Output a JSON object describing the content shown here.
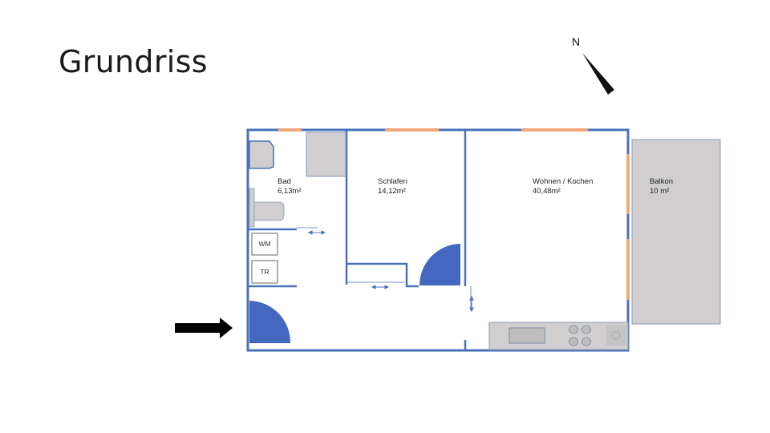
{
  "slide": {
    "title": "Grundriss",
    "compass": {
      "label": "N",
      "icon": "north-arrow-icon"
    },
    "entrance": {
      "icon": "entrance-arrow-icon"
    }
  },
  "rooms": [
    {
      "id": "bad",
      "name": "Bad",
      "area": "6,13m²"
    },
    {
      "id": "schlafen",
      "name": "Schlafen",
      "area": "14,12m²"
    },
    {
      "id": "wohnen",
      "name": "Wohnen / Kochen",
      "area": "40,48m²"
    },
    {
      "id": "balkon",
      "name": "Balkon",
      "area": "10 m²"
    }
  ],
  "fixtures": {
    "washer": "WM",
    "dryer": "TR"
  },
  "colors": {
    "wall": "#4a72b8",
    "window": "#f0a878",
    "fixture_fill": "#d0cece",
    "door_swing": "#4468c0",
    "balcony_fill": "#d0cece"
  }
}
